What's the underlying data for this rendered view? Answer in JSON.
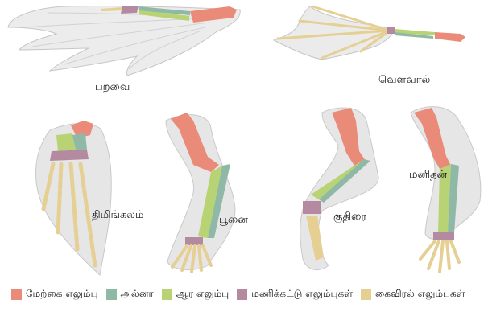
{
  "specimens": {
    "bird": "பறவை",
    "bat": "வௌவால்",
    "whale": "திமிங்கலம்",
    "cat": "பூனை",
    "horse": "குதிரை",
    "human": "மனிதன்"
  },
  "legend": [
    {
      "label": "மேற்கை எலும்பு",
      "color": "#ea8a78"
    },
    {
      "label": "அல்னா",
      "color": "#8fb9a6"
    },
    {
      "label": "ஆர எலும்பு",
      "color": "#b8d373"
    },
    {
      "label": "மணிக்கட்டு எலும்புகள்",
      "color": "#b38aa0"
    },
    {
      "label": "கைவிரல் எலும்புகள்",
      "color": "#e5cf93"
    }
  ],
  "colors": {
    "humerus": "#ea8a78",
    "ulna": "#8fb9a6",
    "radius": "#b8d373",
    "carpals": "#b38aa0",
    "phalanges": "#e5cf93",
    "skin": "#e6e6e6",
    "skin_edge": "#c9c9c9"
  }
}
